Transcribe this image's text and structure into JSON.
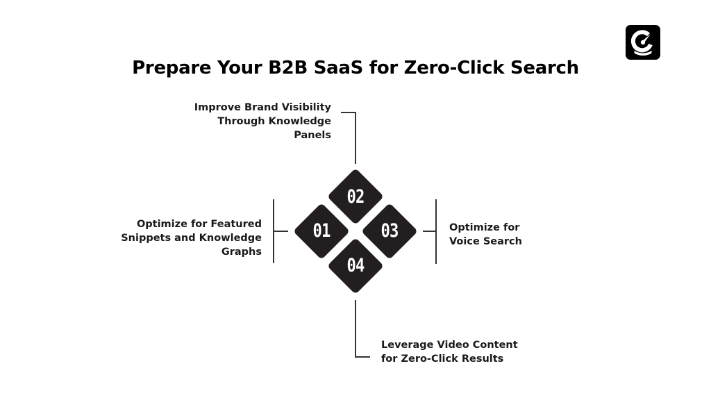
{
  "title": "Prepare Your B2B SaaS for Zero-Click Search",
  "logo": {
    "icon": "gauge-g-icon",
    "background": "#000000",
    "foreground": "#ffffff"
  },
  "colors": {
    "background": "#ffffff",
    "diamond": "#231f20",
    "diamond_text": "#ffffff",
    "lines": "#333333",
    "text": "#1a1a1a"
  },
  "steps": [
    {
      "number": "01",
      "position": "left",
      "label_lines": [
        "Optimize for Featured",
        "Snippets and Knowledge",
        "Graphs"
      ]
    },
    {
      "number": "02",
      "position": "top",
      "label_lines": [
        "Improve Brand Visibility",
        "Through Knowledge",
        "Panels"
      ]
    },
    {
      "number": "03",
      "position": "right",
      "label_lines": [
        "Optimize for",
        "Voice Search"
      ]
    },
    {
      "number": "04",
      "position": "bottom",
      "label_lines": [
        "Leverage Video Content",
        "for Zero-Click Results"
      ]
    }
  ]
}
